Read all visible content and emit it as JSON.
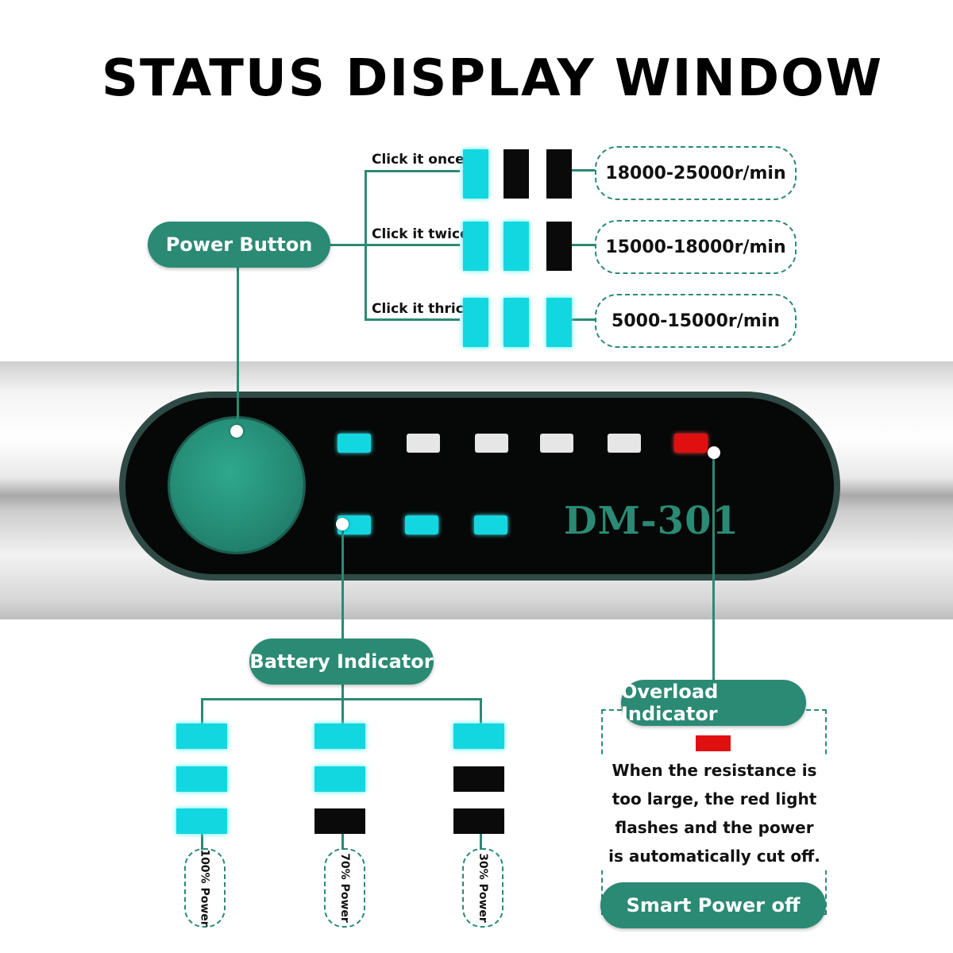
{
  "title": "STATUS DISPLAY WINDOW",
  "power_button": {
    "label": "Power Button"
  },
  "speed_modes": [
    {
      "label": "Click it once",
      "speed": "18000-25000r/min",
      "lit": 1
    },
    {
      "label": "Click it twice",
      "speed": "15000-18000r/min",
      "lit": 2
    },
    {
      "label": "Click it thrice",
      "speed": "5000-15000r/min",
      "lit": 3
    }
  ],
  "device": {
    "model": "DM-301",
    "top_leds": [
      "cyan",
      "white",
      "white",
      "white",
      "white",
      "red"
    ],
    "bottom_leds": [
      "cyan",
      "cyan",
      "cyan"
    ]
  },
  "battery_indicator": {
    "label": "Battery Indicator",
    "levels": [
      {
        "label": "100% Power",
        "lit": 3
      },
      {
        "label": "70% Power",
        "lit": 2
      },
      {
        "label": "30% Power",
        "lit": 1
      }
    ]
  },
  "overload_indicator": {
    "label": "Overload Indicator",
    "description_lines": [
      "When the resistance is",
      "too large, the red light",
      "flashes and the power",
      "is automatically cut off."
    ],
    "footer": "Smart Power off"
  },
  "colors": {
    "accent": "#2b8a74",
    "led_cyan": "#13d7e0",
    "led_red": "#e01010",
    "led_off": "#0a0a0a"
  }
}
